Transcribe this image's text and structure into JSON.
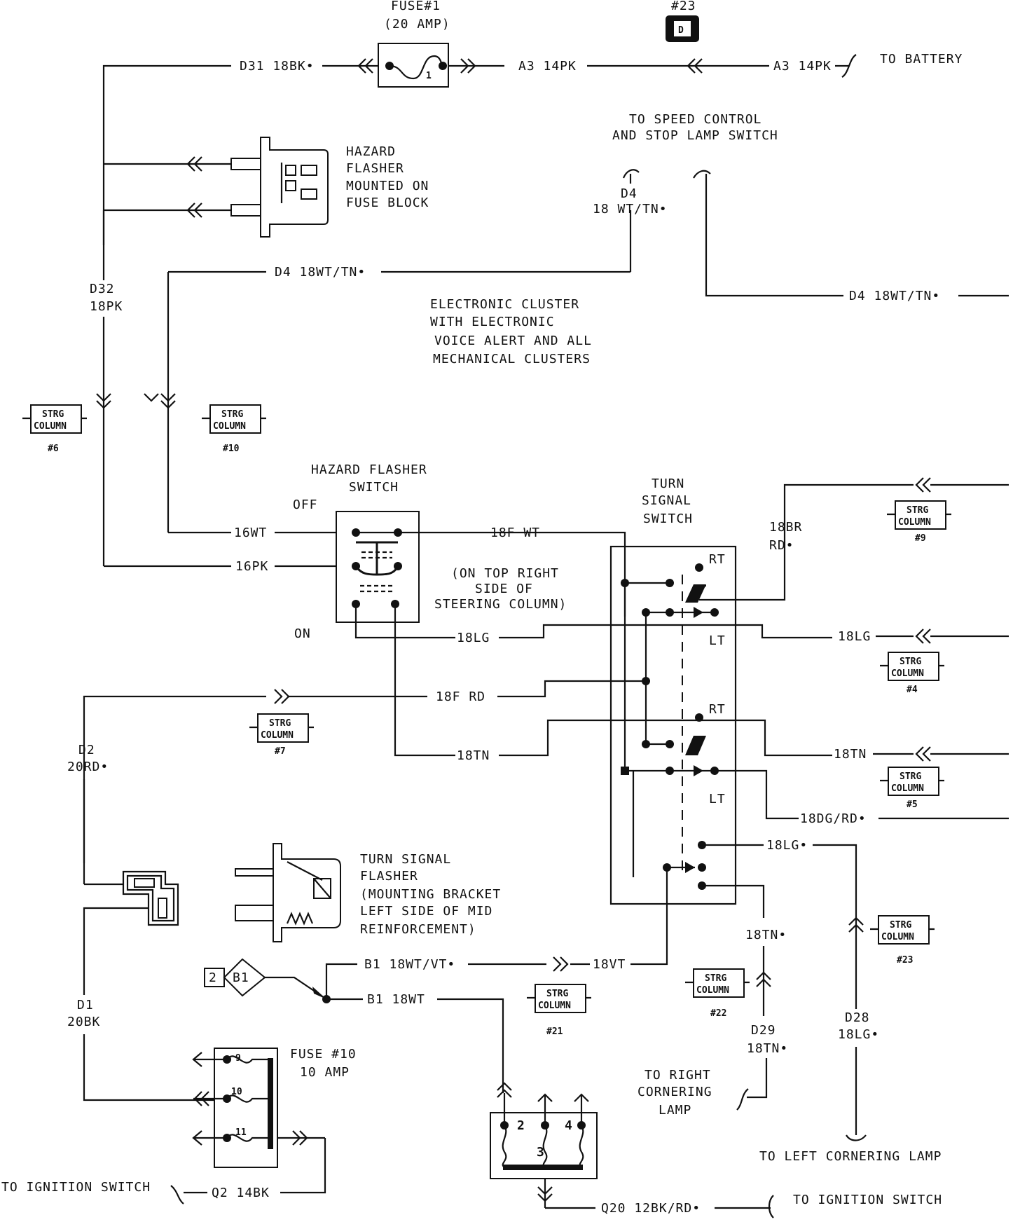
{
  "fuse1": {
    "title": "FUSE#1",
    "rating": "(20 AMP)",
    "pin": "1"
  },
  "connector23": {
    "label": "#23",
    "symbol": "D"
  },
  "wires": {
    "d31": "D31 18BK•",
    "a3_left": "A3 14PK",
    "a3_right": "A3 14PK",
    "to_battery": "TO BATTERY",
    "d32": "D32",
    "d32_gauge": "18PK",
    "d4_label": "D4",
    "d4_gauge": "18 WT/TN•",
    "d4_main": "D4 18WT/TN•",
    "d4_right": "D4 18WT/TN•",
    "w16wt": "16WT",
    "w16pk": "16PK",
    "w18fwt": "18F WT",
    "w18lg_center": "18LG",
    "w18frd": "18F RD",
    "w18tn_center": "18TN",
    "w18br": "18BR",
    "w18br_rd": "RD•",
    "w18lg_right": "18LG",
    "w18tn_right": "18TN",
    "w18dgrd": "18DG/RD•",
    "w18lg_dot": "18LG•",
    "w18tn_dot": "18TN•",
    "d2": "D2",
    "d2_gauge": "20RD•",
    "d1": "D1",
    "d1_gauge": "20BK",
    "b1_wtvt": "B1 18WT/VT•",
    "w18vt": "18VT",
    "b1_wt": "B1 18WT",
    "d29": "D29",
    "d29_gauge": "18TN•",
    "d28": "D28",
    "d28_gauge": "18LG•",
    "q2": "Q2 14BK",
    "q20": "Q20 12BK/RD•",
    "to_ign_left": "TO IGNITION SWITCH",
    "to_ign_right": "TO IGNITION SWITCH"
  },
  "notes": {
    "speed_control_1": "TO SPEED CONTROL",
    "speed_control_2": "AND STOP LAMP SWITCH",
    "hazard_flasher_1": "HAZARD",
    "hazard_flasher_2": "FLASHER",
    "hazard_flasher_3": "MOUNTED ON",
    "hazard_flasher_4": "FUSE BLOCK",
    "cluster_1": "ELECTRONIC CLUSTER",
    "cluster_2": "WITH ELECTRONIC",
    "cluster_3": "VOICE ALERT AND ALL",
    "cluster_4": "MECHANICAL CLUSTERS",
    "hazard_switch_1": "HAZARD FLASHER",
    "hazard_switch_2": "SWITCH",
    "off": "OFF",
    "on": "ON",
    "mount_1": "(ON TOP RIGHT",
    "mount_2": "SIDE OF",
    "mount_3": "STEERING COLUMN)",
    "turn_switch_1": "TURN",
    "turn_switch_2": "SIGNAL",
    "turn_switch_3": "SWITCH",
    "rt_1": "RT",
    "lt_1": "LT",
    "rt_2": "RT",
    "lt_2": "LT",
    "tsf_1": "TURN SIGNAL",
    "tsf_2": "FLASHER",
    "tsf_3": "(MOUNTING BRACKET",
    "tsf_4": "LEFT SIDE OF MID",
    "tsf_5": "REINFORCEMENT)",
    "fuse10_1": "FUSE #10",
    "fuse10_2": "10 AMP",
    "right_corner_1": "TO RIGHT",
    "right_corner_2": "CORNERING",
    "right_corner_3": "LAMP",
    "left_corner": "TO LEFT CORNERING LAMP"
  },
  "strg_columns": {
    "label_top": "STRG",
    "label_bottom": "COLUMN",
    "n6": "#6",
    "n10": "#10",
    "n9": "#9",
    "n4": "#4",
    "n5": "#5",
    "n7": "#7",
    "n23": "#23",
    "n22": "#22",
    "n21": "#21"
  },
  "splice": {
    "num": "2",
    "id": "B1"
  },
  "fuse_block": {
    "p9": "9",
    "p10": "10",
    "p11": "11"
  },
  "ign_connector": {
    "p2": "2",
    "p3": "3",
    "p4": "4"
  }
}
